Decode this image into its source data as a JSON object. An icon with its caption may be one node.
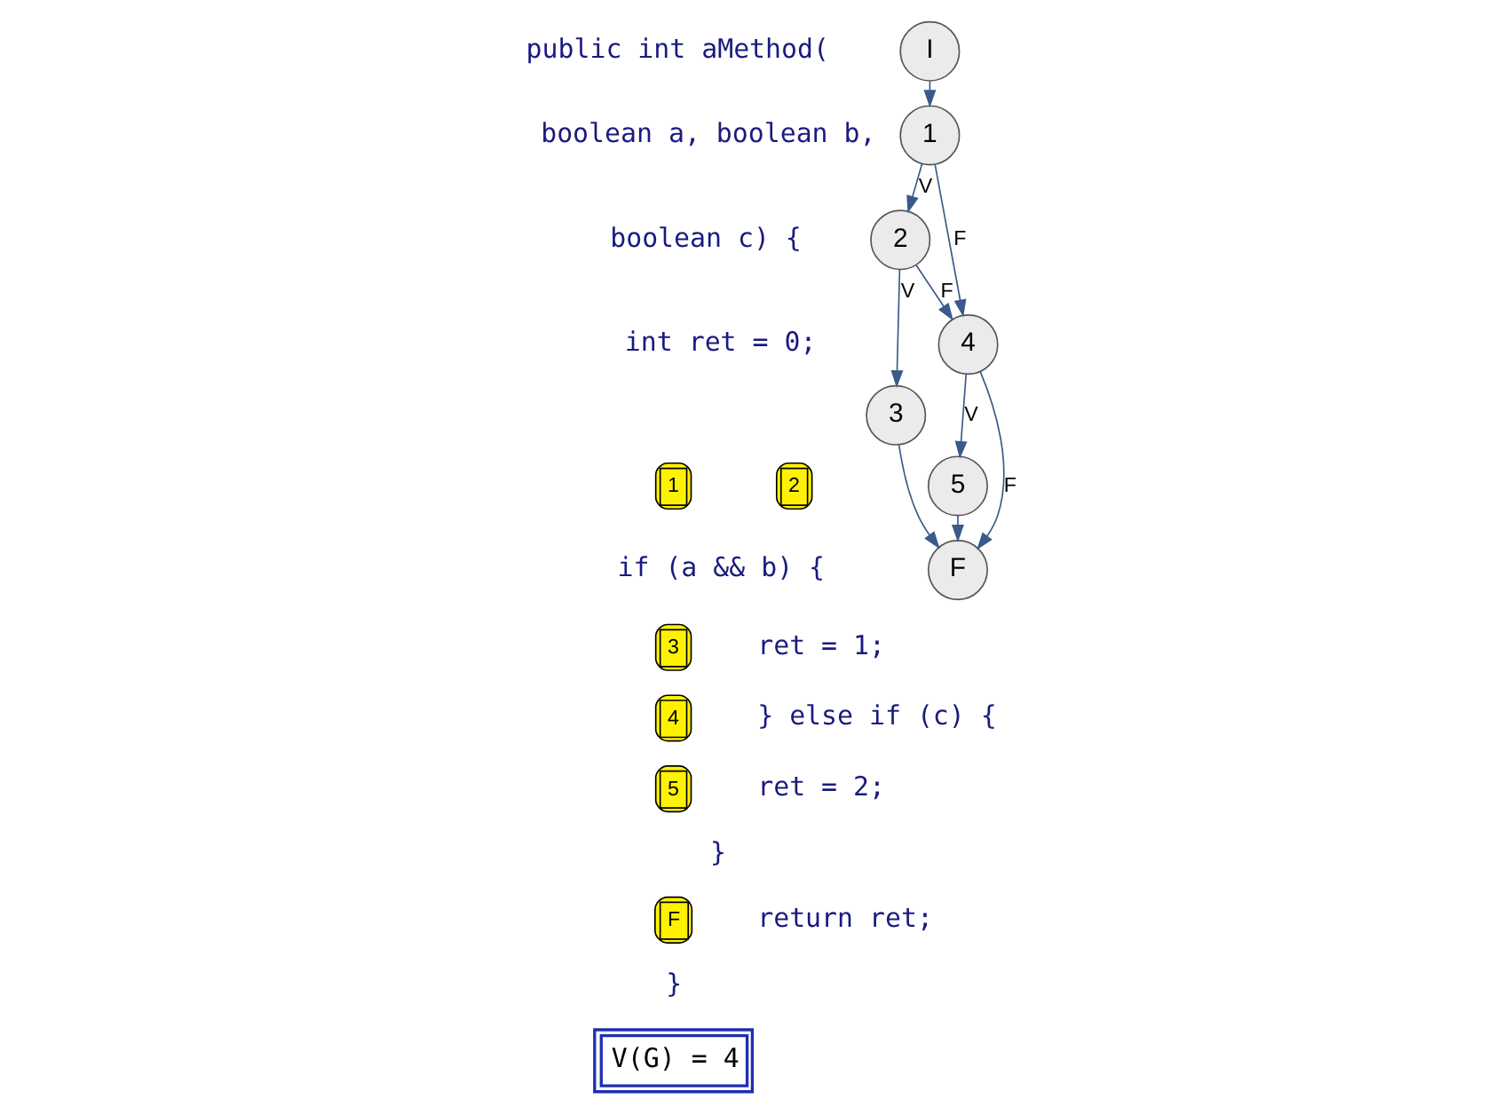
{
  "diagram": {
    "nodes": [
      {
        "text": [
          "I"
        ]
      },
      {
        "text": [
          "1"
        ]
      },
      {
        "text": [
          "2"
        ]
      },
      {
        "text": [
          "3"
        ]
      },
      {
        "text": [
          "4"
        ]
      },
      {
        "text": [
          "5"
        ]
      },
      {
        "text": [
          "F"
        ]
      }
    ],
    "edges": [
      {
        "from": 0,
        "to": 1,
        "arrow": "to"
      },
      {
        "from": 1,
        "to": 4,
        "arrow": "to",
        "label": "F"
      },
      {
        "from": 1,
        "to": 2,
        "arrow": "to",
        "label": "V"
      },
      {
        "from": 2,
        "to": 4,
        "arrow": "to",
        "label": "F"
      },
      {
        "from": 2,
        "to": 3,
        "arrow": "to",
        "label": "V"
      },
      {
        "from": 4,
        "to": 6,
        "arrow": "to",
        "label": "F"
      },
      {
        "from": 4,
        "to": 5,
        "arrow": "to",
        "label": "V"
      },
      {
        "from": 3,
        "to": 6,
        "arrow": "to"
      },
      {
        "from": 5,
        "to": 6,
        "arrow": "to"
      }
    ],
    "labels": [
      "public int aMethod(",
      "boolean a, boolean b,",
      "boolean c) {",
      "int ret = 0;",
      "1",
      "2",
      "if (a && b) {",
      "3",
      "ret = 1;",
      "4",
      "} else if (c) {",
      "5",
      "ret = 2;",
      "}",
      "F",
      "return ret;",
      "}",
      "V(G) = 4"
    ]
  }
}
